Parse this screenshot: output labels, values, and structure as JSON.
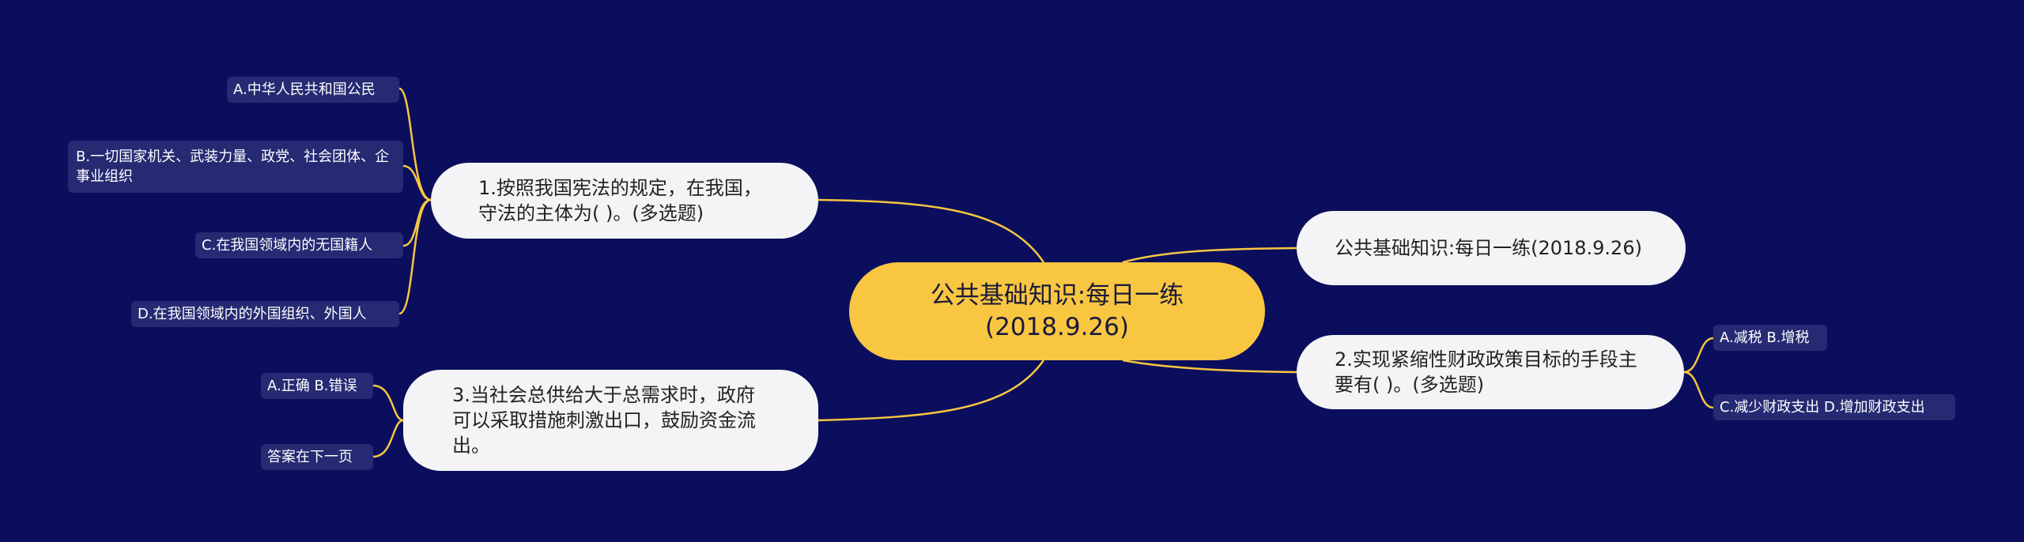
{
  "colors": {
    "background": "#0a0e5c",
    "root": "#f8c641",
    "topic": "#f4f4f6",
    "leaf": "#252a73",
    "connector": "#f8c641"
  },
  "root": {
    "label": "公共基础知识:每日一练(2018.9.26)"
  },
  "topics": {
    "q1": {
      "label": "1.按照我国宪法的规定，在我国，守法的主体为( )。(多选题)"
    },
    "q3": {
      "label": "3.当社会总供给大于总需求时，政府可以采取措施刺激出口，鼓励资金流出。"
    },
    "title": {
      "label": "公共基础知识:每日一练(2018.9.26)"
    },
    "q2": {
      "label": "2.实现紧缩性财政政策目标的手段主要有( )。(多选题)"
    }
  },
  "leaves": {
    "q1": [
      {
        "label": "A.中华人民共和国公民"
      },
      {
        "label": "B.一切国家机关、武装力量、政党、社会团体、企事业组织"
      },
      {
        "label": "C.在我国领域内的无国籍人"
      },
      {
        "label": "D.在我国领域内的外国组织、外国人"
      }
    ],
    "q3": [
      {
        "label": "A.正确 B.错误"
      },
      {
        "label": "答案在下一页"
      }
    ],
    "q2": [
      {
        "label": "A.减税 B.增税"
      },
      {
        "label": "C.减少财政支出 D.增加财政支出"
      }
    ]
  }
}
